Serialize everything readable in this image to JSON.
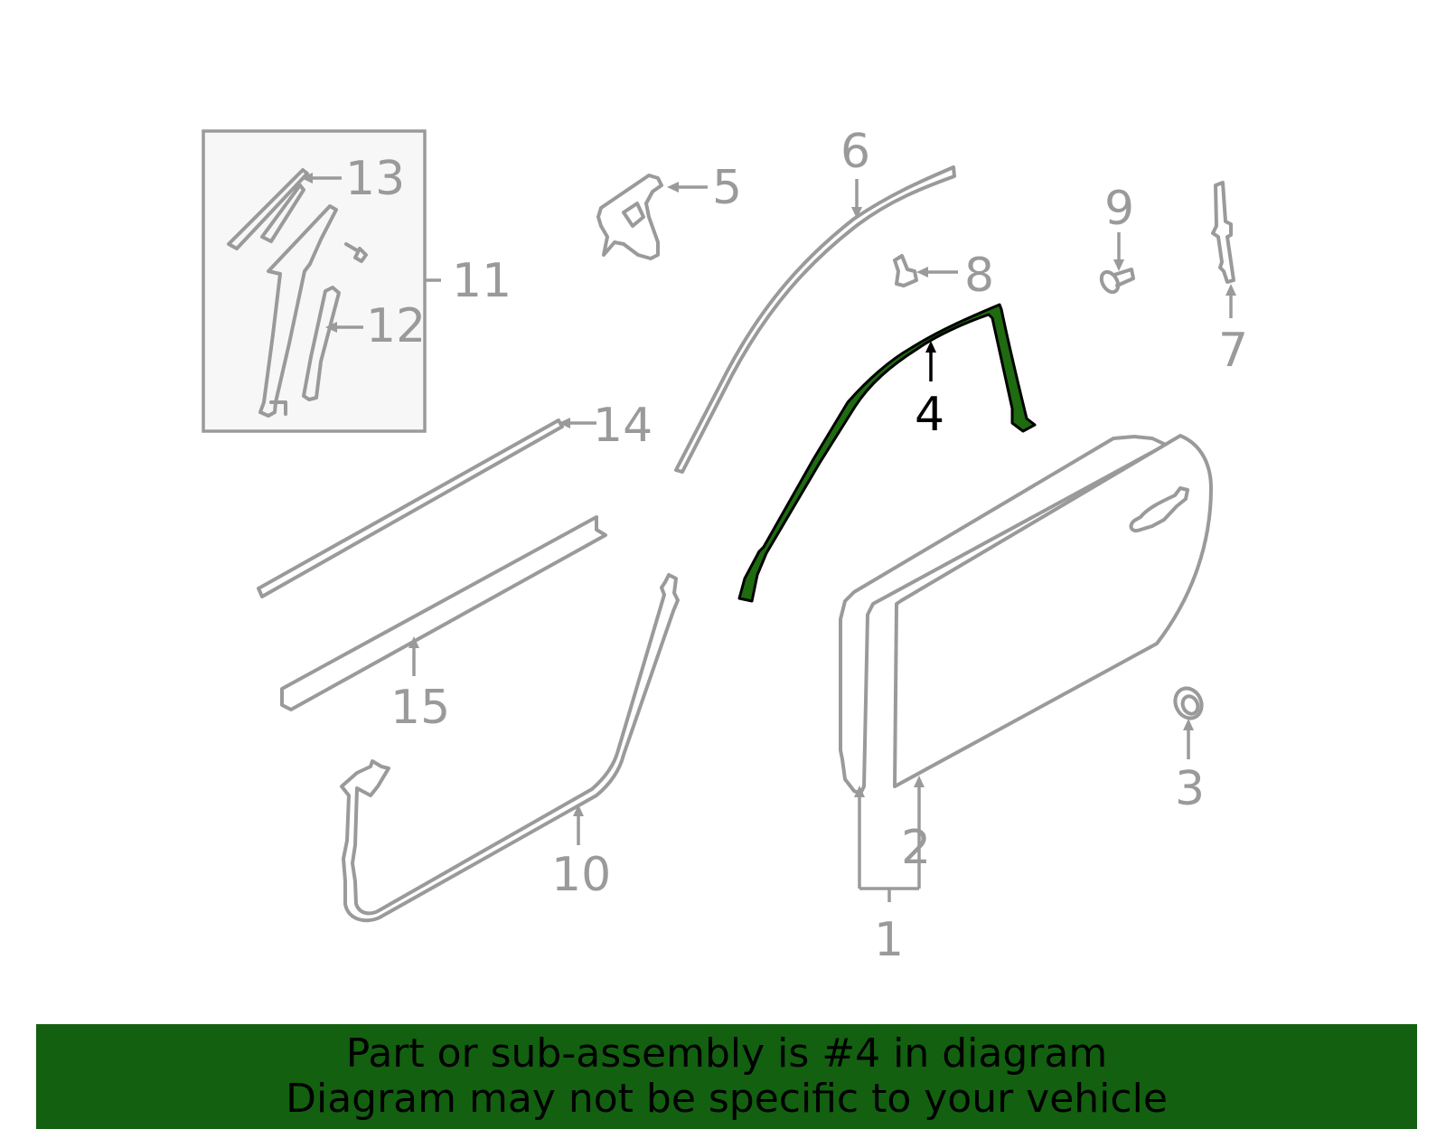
{
  "diagram": {
    "highlighted_part": "4",
    "callouts": {
      "c1": "1",
      "c2": "2",
      "c3": "3",
      "c4": "4",
      "c5": "5",
      "c6": "6",
      "c7": "7",
      "c8": "8",
      "c9": "9",
      "c10": "10",
      "c11": "11",
      "c12": "12",
      "c13": "13",
      "c14": "14",
      "c15": "15"
    },
    "colors": {
      "highlight": "#1e6b10",
      "banner": "#136010",
      "line": "#9a9a9a"
    }
  },
  "banner": {
    "line1": "Part or sub-assembly is #4 in diagram",
    "line2": "Diagram may not be specific to your vehicle"
  }
}
